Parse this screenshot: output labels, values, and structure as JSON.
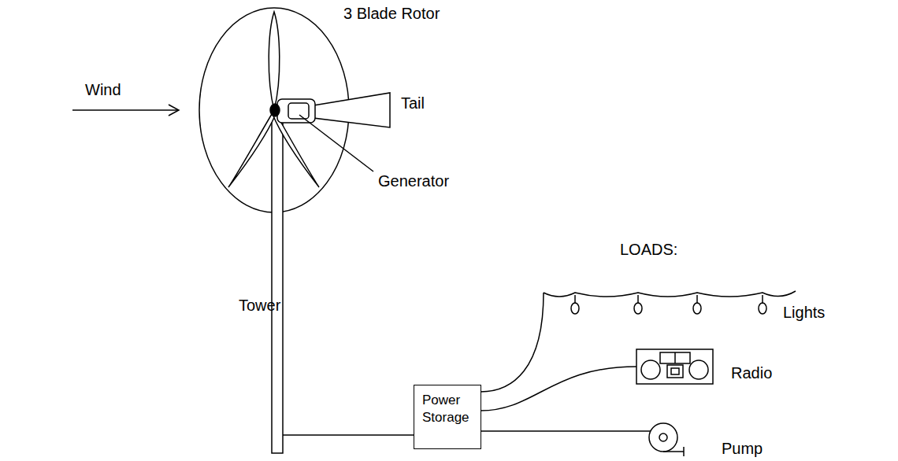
{
  "diagram": {
    "nodes": [
      {
        "text": [
          "Power Storage"
        ]
      }
    ],
    "labels": [
      "3 Blade Rotor",
      "Wind",
      "Tail",
      "Generator",
      "Tower",
      "LOADS:",
      "Lights",
      "Radio",
      "Pump"
    ]
  }
}
